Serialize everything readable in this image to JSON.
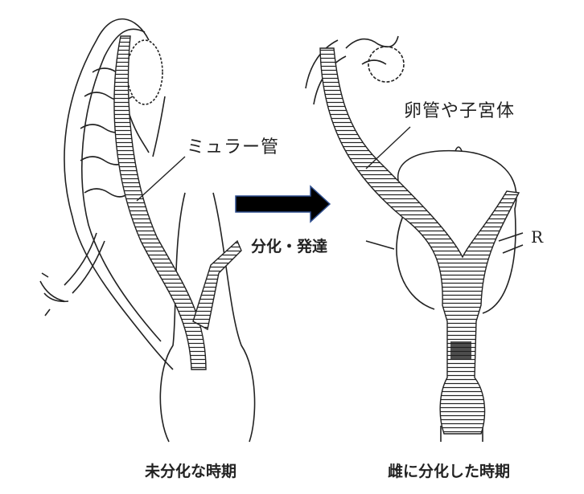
{
  "labels": {
    "mullerian_duct": "ミュラー管",
    "oviduct_uterus": "卵管や子宮体",
    "r_mark": "R",
    "arrow_caption": "分化・発達",
    "left_caption": "未分化な時期",
    "right_caption": "雌に分化した時期"
  },
  "colors": {
    "arrow_fill": "#000000",
    "arrow_stroke": "#2f4f8f",
    "line": "#222222"
  }
}
